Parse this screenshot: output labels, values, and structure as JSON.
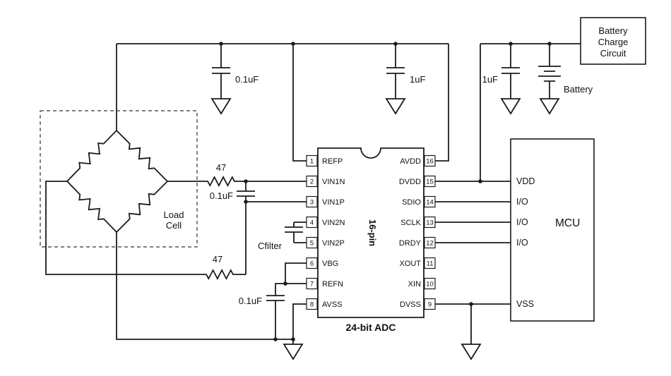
{
  "diagram": {
    "chip": {
      "package_label": "16-pin",
      "caption": "24-bit ADC",
      "left_pins": [
        {
          "num": "1",
          "name": "REFP"
        },
        {
          "num": "2",
          "name": "VIN1N"
        },
        {
          "num": "3",
          "name": "VIN1P"
        },
        {
          "num": "4",
          "name": "VIN2N"
        },
        {
          "num": "5",
          "name": "VIN2P"
        },
        {
          "num": "6",
          "name": "VBG"
        },
        {
          "num": "7",
          "name": "REFN"
        },
        {
          "num": "8",
          "name": "AVSS"
        }
      ],
      "right_pins": [
        {
          "num": "16",
          "name": "AVDD"
        },
        {
          "num": "15",
          "name": "DVDD"
        },
        {
          "num": "14",
          "name": "SDIO"
        },
        {
          "num": "13",
          "name": "SCLK"
        },
        {
          "num": "12",
          "name": "DRDY"
        },
        {
          "num": "11",
          "name": "XOUT"
        },
        {
          "num": "10",
          "name": "XIN"
        },
        {
          "num": "9",
          "name": "DVSS"
        }
      ]
    },
    "mcu": {
      "label": "MCU",
      "pin_labels": [
        "VDD",
        "I/O",
        "I/O",
        "I/O",
        "VSS"
      ]
    },
    "battery_charge_box": {
      "lines": [
        "Battery",
        "Charge",
        "Circuit"
      ]
    },
    "load_cell": {
      "lines": [
        "Load",
        "Cell"
      ]
    },
    "components": {
      "cap_top_left": "0.1uF",
      "cap_top_mid": "1uF",
      "cap_right": "1uF",
      "battery_label": "Battery",
      "resistor_top": "47",
      "resistor_bottom": "47",
      "cap_input_diff": "0.1uF",
      "cap_filter": "Cfilter",
      "cap_ref": "0.1uF"
    }
  }
}
